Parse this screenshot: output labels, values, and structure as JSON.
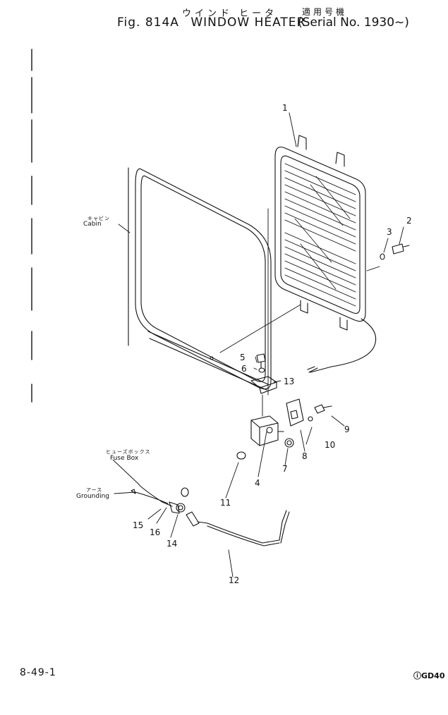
{
  "title": {
    "jp": "ウインド ヒータ",
    "fig": "Fig. 814A",
    "name": "WINDOW HEATER",
    "serial_jp": "適用号機",
    "serial": "(Serial No. 1930~)"
  },
  "labels": {
    "cabin_jp": "キャビン",
    "cabin": "Cabin",
    "fuse_box_jp": "ヒューズボックス",
    "fuse_box": "Fuse Box",
    "grounding_jp": "アース",
    "grounding": "Grounding"
  },
  "callouts": [
    "1",
    "2",
    "3",
    "4",
    "5",
    "6",
    "7",
    "8",
    "9",
    "10",
    "11",
    "12",
    "13",
    "14",
    "15",
    "16"
  ],
  "page_no": "8-49-1",
  "model": "ⓘGD40"
}
